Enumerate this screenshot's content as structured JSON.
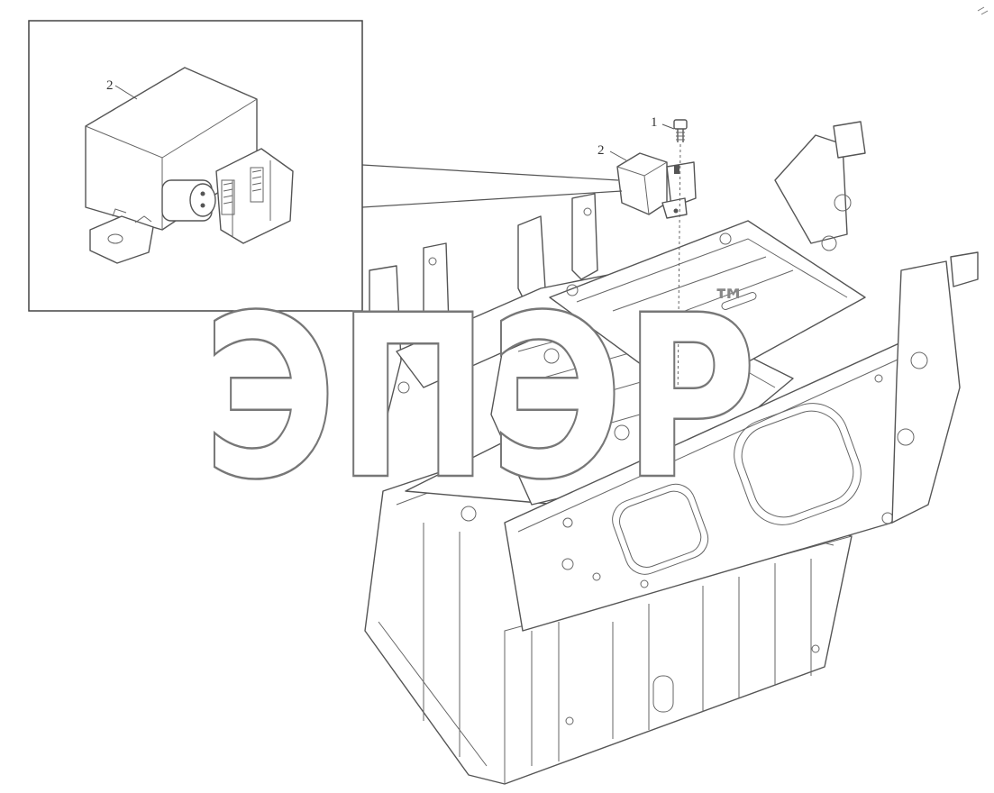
{
  "callouts": {
    "detail_label": "2",
    "bolt_label": "1",
    "relay_label": "2"
  },
  "watermark": {
    "text": "ЭПЭР",
    "trademark": "™"
  }
}
